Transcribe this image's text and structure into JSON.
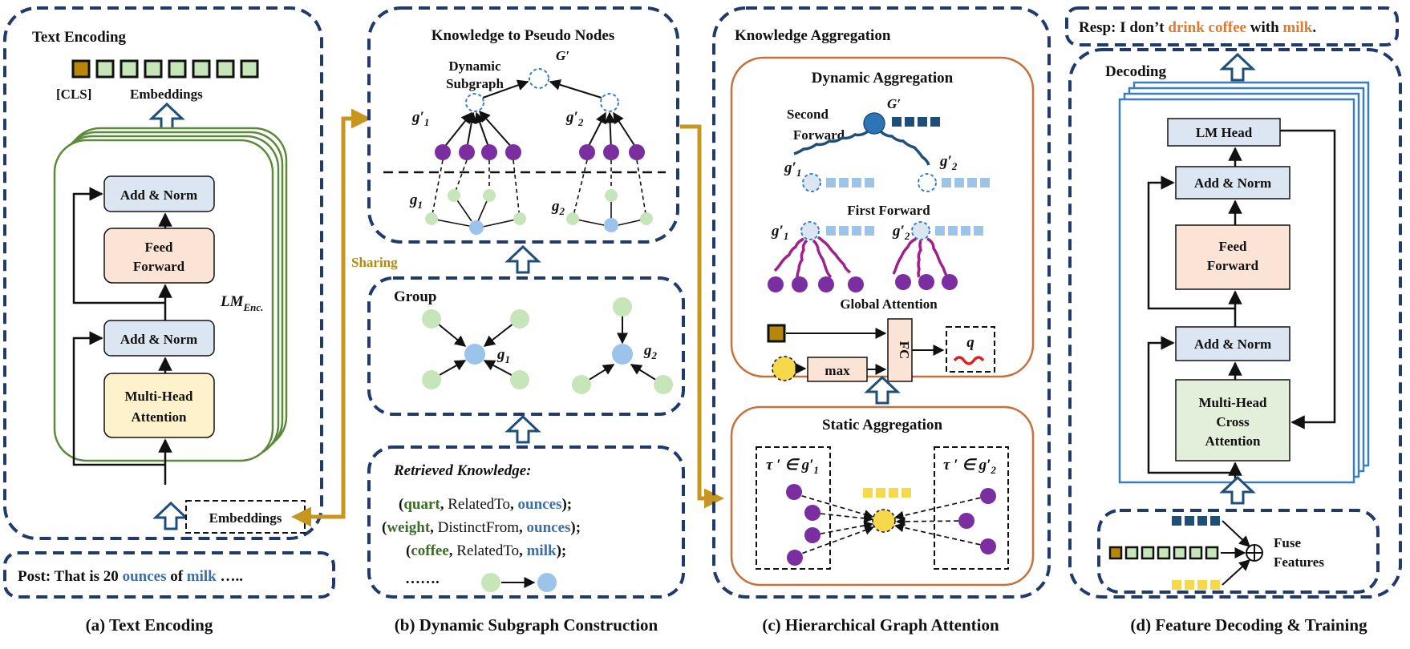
{
  "colors": {
    "panel_border": "#1f3a6b",
    "green_enc": "#5a8a3a",
    "blue_dec": "#3a7ec2",
    "orange_box": "#c8703a",
    "gold_arrow": "#c8961e",
    "node_purple": "#7a2ea0",
    "node_green": "#c6e5b8",
    "node_blue": "#9cc4ea",
    "node_yellow": "#f6d94a",
    "dark_blue": "#1f4e79",
    "light_blue": "#9dc3e6",
    "highlight_blue": "#3d6ea8",
    "highlight_orange": "#e07b2e",
    "highlight_green": "#3e6b2a",
    "box_blue_fill": "#dce6f2",
    "box_orange_fill": "#fbe3d6",
    "box_yellow_fill": "#fdf2cc",
    "box_green_fill": "#e2efda"
  },
  "panel_a": {
    "title": "Text Encoding",
    "cls": "[CLS]",
    "embeddings_top": "Embeddings",
    "add_norm_top": "Add & Norm",
    "feed_forward_1": "Feed",
    "feed_forward_2": "Forward",
    "lm_enc": "LM",
    "lm_enc_sub": "Enc.",
    "add_norm_bottom": "Add & Norm",
    "mha_1": "Multi-Head",
    "mha_2": "Attention",
    "embeddings_bottom": "Embeddings",
    "post_prefix": "Post: That is 20",
    "post_word1": "ounces",
    "post_mid": "of",
    "post_word2": "milk",
    "post_suffix": "…..",
    "caption": "(a) Text Encoding"
  },
  "panel_b": {
    "title": "Knowledge to Pseudo Nodes",
    "dynamic_1": "Dynamic",
    "dynamic_2": "Subgraph",
    "g_prime": "G′",
    "g1p": "g′",
    "g2p": "g′",
    "g1": "g",
    "g2": "g",
    "sub1": "1",
    "sub2": "2",
    "sharing": "Sharing",
    "group_title": "Group",
    "retrieved_title": "Retrieved Knowledge:",
    "triples": [
      {
        "head": "quart",
        "rel": "RelatedTo",
        "tail": "ounces"
      },
      {
        "head": "weight",
        "rel": "DistinctFrom",
        "tail": "ounces"
      },
      {
        "head": "coffee",
        "rel": "RelatedTo",
        "tail": "milk"
      }
    ],
    "dots": "…….",
    "caption": "(b) Dynamic Subgraph Construction"
  },
  "panel_c": {
    "title": "Knowledge Aggregation",
    "dyn_title": "Dynamic Aggregation",
    "second_1": "Second",
    "second_2": "Forward",
    "first_forward": "First Forward",
    "global_attention": "Global Attention",
    "max": "max",
    "fc": "FC",
    "q": "q",
    "static_title": "Static Aggregation",
    "tau": "τ ′ ∈ g′",
    "caption": "(c) Hierarchical Graph Attention"
  },
  "panel_d": {
    "resp_prefix": "Resp: I don’t",
    "resp_hl1": "drink coffee",
    "resp_mid": "with",
    "resp_hl2": "milk",
    "resp_suffix": ".",
    "title": "Decoding",
    "lm_head": "LM Head",
    "add_norm_top": "Add & Norm",
    "ff_1": "Feed",
    "ff_2": "Forward",
    "add_norm_bottom": "Add & Norm",
    "mhca_1": "Multi-Head",
    "mhca_2": "Cross",
    "mhca_3": "Attention",
    "fuse_1": "Fuse",
    "fuse_2": "Features",
    "caption": "(d) Feature Decoding & Training"
  }
}
